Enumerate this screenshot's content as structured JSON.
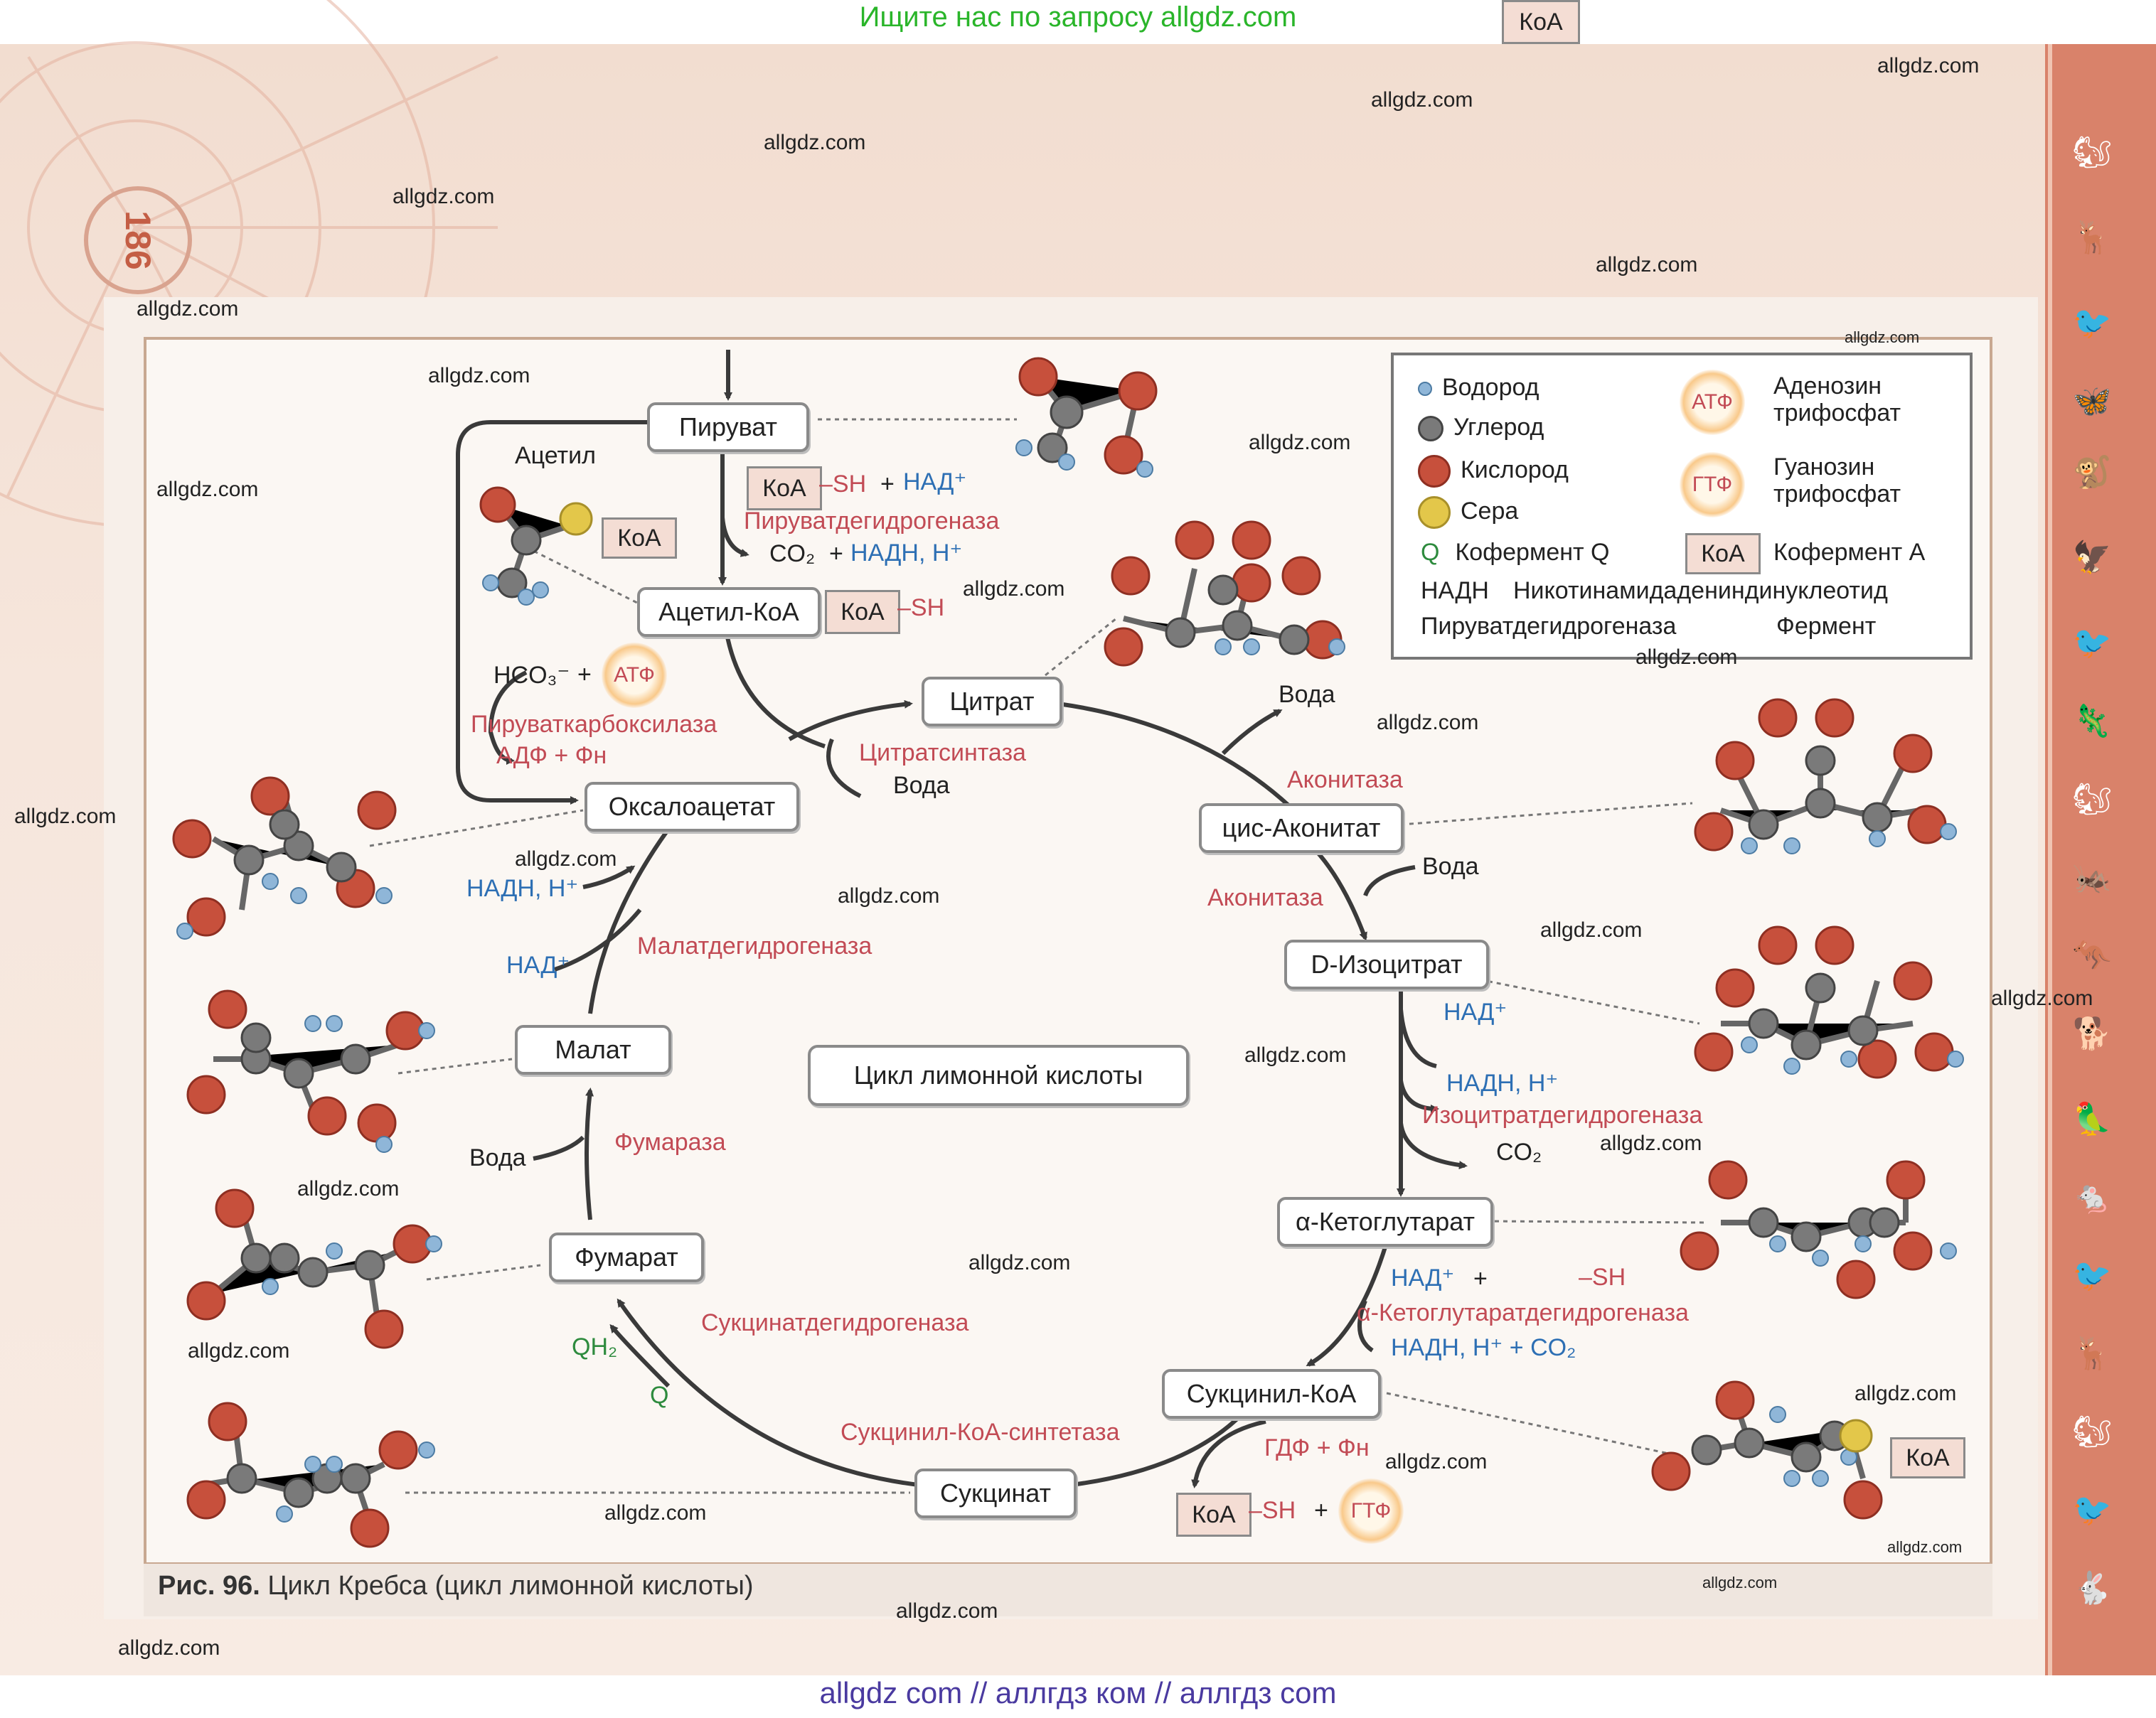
{
  "banner_top": "Ищите нас по запросу allgdz.com",
  "banner_bottom": "allgdz com  //  аллгдз ком  //  аллгдз com",
  "page_number": "186",
  "watermark": "allgdz.com",
  "caption": {
    "fig": "Рис. 96.",
    "text": " Цикл Кребса (цикл лимонной кислоты)"
  },
  "center_label": "Цикл лимонной кислоты",
  "nodes": {
    "piruvat": "Пируват",
    "acetyl_coa": "Ацетил-КоА",
    "citrat": "Цитрат",
    "cis_aconitat": "цис-Аконитат",
    "isocitrat": "D-Изоцитрат",
    "ketoglutarat": "α-Кетоглутарат",
    "succinyl_coa": "Сукцинил-КоА",
    "succinat": "Сукцинат",
    "fumarat": "Фумарат",
    "malat": "Малат",
    "oxaloacetat": "Оксалоацетат"
  },
  "labels": {
    "acetyl": "Ацетил",
    "koa": "КоА",
    "sh": "–SH",
    "plus": "+",
    "nad_plus": "НАД⁺",
    "nadh_h": "НАДН, Н⁺",
    "co2": "CO₂",
    "hco3": "HCO₃⁻",
    "atp": "АТФ",
    "gtf": "ГТФ",
    "adp_fn": "АДФ + Фн",
    "gdp_fn": "ГДФ + Фн",
    "voda": "Вода",
    "qh2": "QH₂",
    "q": "Q",
    "nadh_h_co2": "НАДН, Н⁺ + CO₂"
  },
  "enzymes": {
    "pdh": "Пируватдегидрогеназа",
    "pc": "Пируваткарбоксилаза",
    "cs": "Цитратсинтаза",
    "aconitase": "Аконитаза",
    "idh": "Изоцитратдегидрогеназа",
    "kgdh": "α-Кетоглутаратдегидрогеназа",
    "scs": "Сукцинил-КоА-синтетаза",
    "sdh": "Сукцинатдегидрогеназа",
    "fumarase": "Фумараза",
    "mdh": "Малатдегидрогеназа"
  },
  "legend": {
    "hydrogen": "Водород",
    "carbon": "Углерод",
    "oxygen": "Кислород",
    "sulfur": "Сера",
    "q_letter": "Q",
    "q_name": "Кофермент Q",
    "atp_name_1": "Аденозин",
    "atp_name_2": "трифосфат",
    "gtf_name_1": "Гуанозин",
    "gtf_name_2": "трифосфат",
    "koa_name": "Кофермент А",
    "nadh_abbr": "НАДН",
    "nadh_name": "Никотинамидадениндинуклеотид",
    "enzyme_example": "Пируватдегидрогеназа",
    "enzyme_name": "Фермент"
  },
  "colors": {
    "enzyme": "#c24b55",
    "nad": "#2d6fb4",
    "oxygen": "#c7503c",
    "carbon": "#6b6b6b",
    "hydrogen": "#8fb6d8",
    "sulfur": "#e3c74a",
    "page_accent": "#d9826a"
  }
}
